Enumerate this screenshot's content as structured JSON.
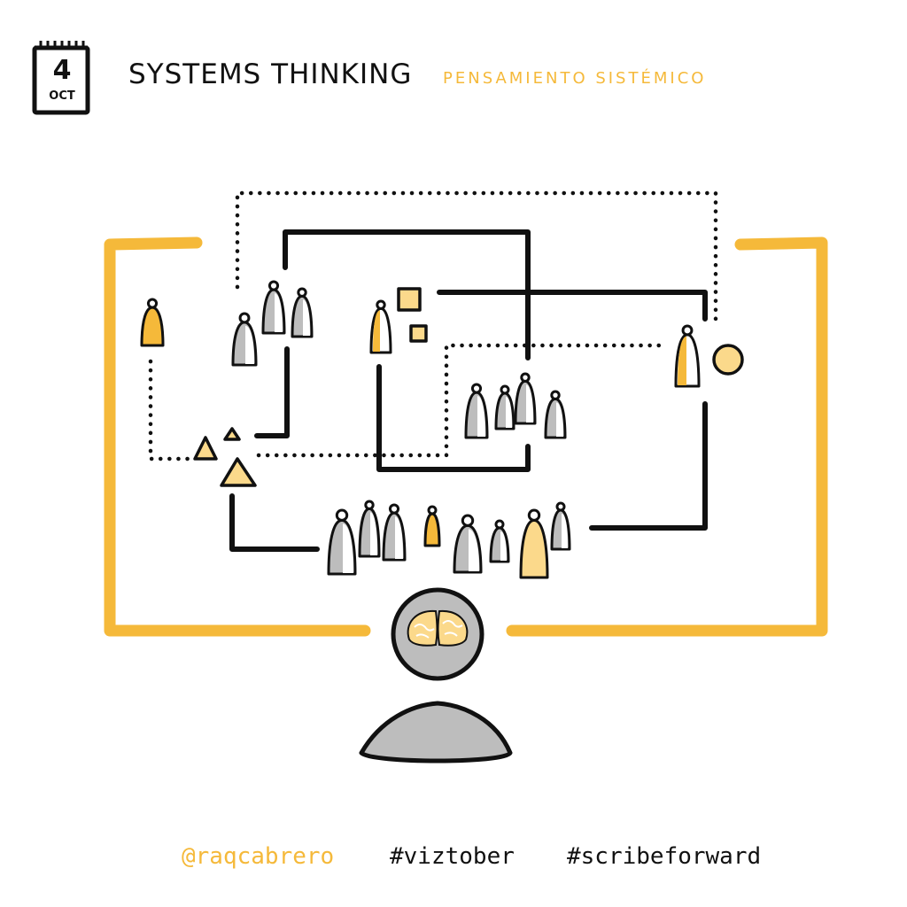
{
  "calendar": {
    "day": "4",
    "month": "OCT"
  },
  "header": {
    "title": "SYSTEMS THINKING",
    "subtitle": "PENSAMIENTO SISTÉMICO"
  },
  "footer": {
    "handle": "@raqcabrero",
    "hashtag_1": "#viztober",
    "hashtag_2": "#scribeforward"
  },
  "colors": {
    "accent": "#f5b93a",
    "accent_light": "#fbd98b",
    "ink": "#111111",
    "gray": "#bdbdbd",
    "gray_light": "#dcdcdc"
  },
  "icons": [
    "calendar-icon",
    "person-icon",
    "brain-icon",
    "triangle-icon",
    "square-icon",
    "circle-icon"
  ]
}
